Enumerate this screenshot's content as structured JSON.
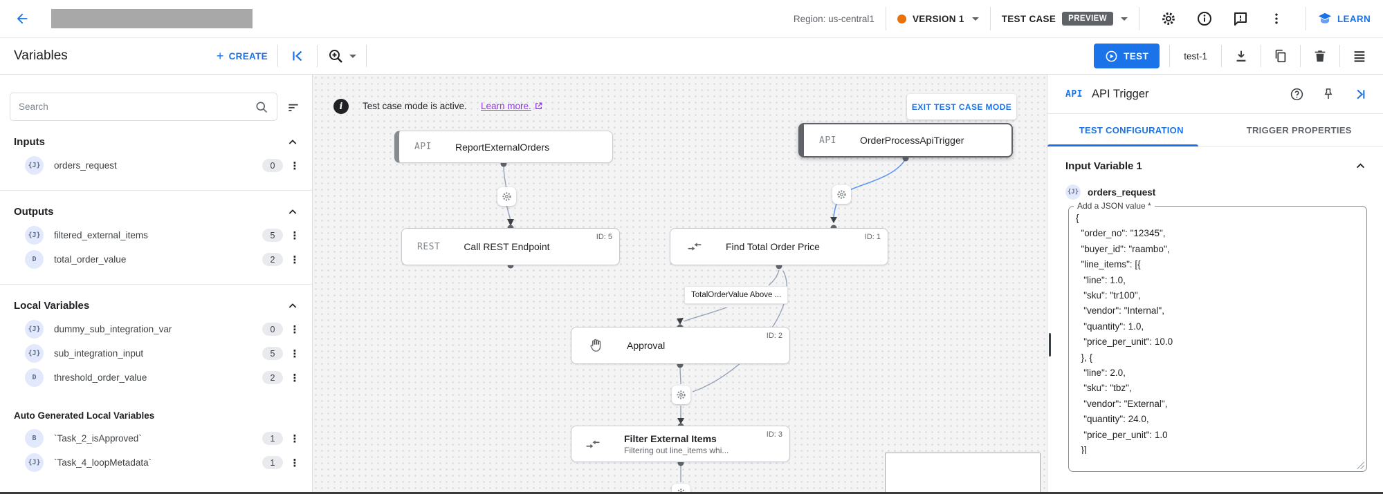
{
  "topbar": {
    "region_label": "Region: us-central1",
    "version_label": "VERSION 1",
    "test_case_label": "TEST CASE",
    "preview_badge": "PREVIEW",
    "learn_label": "LEARN"
  },
  "toolbar": {
    "title": "Variables",
    "create_label": "CREATE",
    "test_button": "TEST",
    "test_case_name": "test-1"
  },
  "sidebar": {
    "search_placeholder": "Search",
    "inputs": {
      "title": "Inputs",
      "items": [
        {
          "type": "{J}",
          "name": "orders_request",
          "count": "0"
        }
      ]
    },
    "outputs": {
      "title": "Outputs",
      "items": [
        {
          "type": "{J}",
          "name": "filtered_external_items",
          "count": "5"
        },
        {
          "type": "D",
          "name": "total_order_value",
          "count": "2"
        }
      ]
    },
    "local": {
      "title": "Local Variables",
      "items": [
        {
          "type": "{J}",
          "name": "dummy_sub_integration_var",
          "count": "0"
        },
        {
          "type": "{J}",
          "name": "sub_integration_input",
          "count": "5"
        },
        {
          "type": "D",
          "name": "threshold_order_value",
          "count": "2"
        }
      ]
    },
    "auto": {
      "title": "Auto Generated Local Variables",
      "items": [
        {
          "type": "B",
          "name": "`Task_2_isApproved`",
          "count": "1"
        },
        {
          "type": "{J}",
          "name": "`Task_4_loopMetadata`",
          "count": "1"
        }
      ]
    }
  },
  "canvas": {
    "banner": {
      "message": "Test case mode is active.",
      "link": "Learn more.",
      "exit_button": "EXIT TEST CASE MODE"
    },
    "nodes": {
      "report_external_orders": {
        "type": "API",
        "title": "ReportExternalOrders"
      },
      "order_process_api_trigger": {
        "type": "API",
        "title": "OrderProcessApiTrigger"
      },
      "call_rest_endpoint": {
        "type": "REST",
        "title": "Call REST Endpoint",
        "id": "ID: 5"
      },
      "find_total_order_price": {
        "title": "Find Total Order Price",
        "id": "ID: 1"
      },
      "approval": {
        "title": "Approval",
        "id": "ID: 2"
      },
      "filter_external_items": {
        "title": "Filter External Items",
        "id": "ID: 3",
        "subtitle": "Filtering out line_items whi..."
      }
    },
    "edge_label": "TotalOrderValue Above ..."
  },
  "panel": {
    "type_chip": "API",
    "title": "API Trigger",
    "tabs": [
      "TEST CONFIGURATION",
      "TRIGGER PROPERTIES"
    ],
    "section_title": "Input Variable 1",
    "variable_type": "{J}",
    "variable_name": "orders_request",
    "field_label": "Add a JSON value *",
    "json_value": "{\n  \"order_no\": \"12345\",\n  \"buyer_id\": \"raambo\",\n  \"line_items\": [{\n   \"line\": 1.0,\n   \"sku\": \"tr100\",\n   \"vendor\": \"Internal\",\n   \"quantity\": 1.0,\n   \"price_per_unit\": 10.0\n  }, {\n   \"line\": 2.0,\n   \"sku\": \"tbz\",\n   \"vendor\": \"External\",\n   \"quantity\": 24.0,\n   \"price_per_unit\": 1.0\n  }]\n}"
  },
  "colors": {
    "accent_blue": "#1a73e8",
    "version_dot_orange": "#e8710a",
    "edge_blue": "#5e97f6",
    "edge_gray": "#93a2b8",
    "link_purple": "#9334e6"
  }
}
